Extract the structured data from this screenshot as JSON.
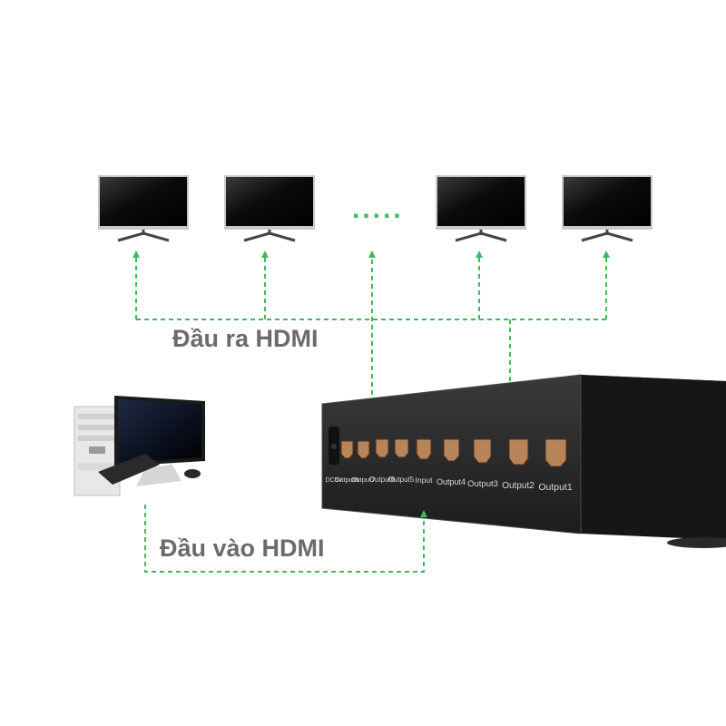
{
  "labels": {
    "hdmi_output": "Đầu ra HDMI",
    "hdmi_input": "Đầu vào HDMI",
    "ellipsis": "....."
  },
  "ports": [
    {
      "label": "DC5V"
    },
    {
      "label": "Output8"
    },
    {
      "label": "Output7"
    },
    {
      "label": "Output6"
    },
    {
      "label": "Output5"
    },
    {
      "label": "Input"
    },
    {
      "label": "Output4"
    },
    {
      "label": "Output3"
    },
    {
      "label": "Output2"
    },
    {
      "label": "Output1"
    }
  ],
  "colors": {
    "connector_line": "#3dbb5e",
    "label_text": "#6b6b6b",
    "port_copper": "#b8845a",
    "device_body": "#2a2a2a"
  },
  "icons": [
    "monitor-icon",
    "desktop-computer-icon",
    "hdmi-port-icon",
    "arrow-up-icon"
  ]
}
